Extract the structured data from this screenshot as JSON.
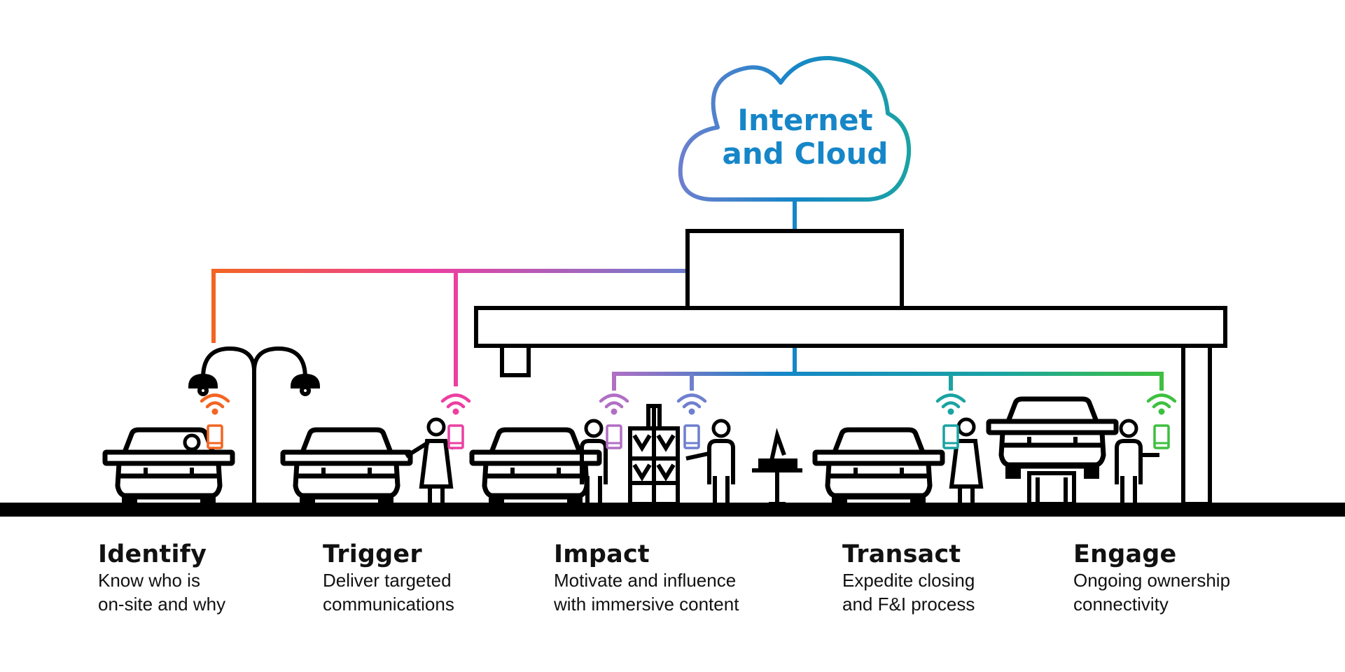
{
  "cloud": {
    "line1": "Internet",
    "line2": "and Cloud"
  },
  "colors": {
    "outline": "#000000",
    "cloud_blue": "#1686c8",
    "orange": "#f26522",
    "pink": "#ec3fa0",
    "purple": "#b06fc4",
    "indigo": "#6f7fcf",
    "teal": "#1aa3a3",
    "green": "#3fbf3f"
  },
  "icons": {
    "wifi": "wifi-icon",
    "phone": "smartphone-icon",
    "lamp": "street-lamp-icon",
    "car": "car-icon",
    "person": "person-icon"
  },
  "stages": [
    {
      "title": "Identify",
      "line1": "Know who is",
      "line2": "on-site and why",
      "color": "#f26522"
    },
    {
      "title": "Trigger",
      "line1": "Deliver targeted",
      "line2": "communications",
      "color": "#ec3fa0"
    },
    {
      "title": "Impact",
      "line1": "Motivate and influence",
      "line2": "with immersive content",
      "color": "#b06fc4"
    },
    {
      "title": "Transact",
      "line1": "Expedite closing",
      "line2": "and F&I process",
      "color": "#1aa3a3"
    },
    {
      "title": "Engage",
      "line1": "Ongoing ownership",
      "line2": "connectivity",
      "color": "#3fbf3f"
    }
  ]
}
